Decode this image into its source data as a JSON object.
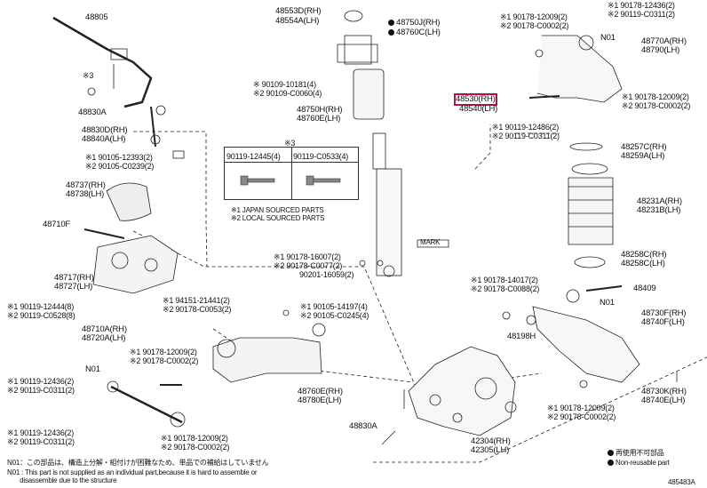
{
  "labels": {
    "l48805": "48805",
    "l48553": "48553D(RH)",
    "l48554": "48554A(LH)",
    "l48750j": "48750J(RH)",
    "l48760c": "48760C(LH)",
    "l3a": "※3",
    "l48830a_top": "48830A",
    "l90109a": "※ 90109-10181(4)",
    "l90109b": "※2 90109-C0060(4)",
    "l48750h": "48750H(RH)",
    "l48760e": "48760E(LH)",
    "l48830d": "48830D(RH)",
    "l48840a": "48840A(LH)",
    "l90105a": "※1 90105-12393(2)",
    "l90105b": "※2 90105-C0239(2)",
    "l48530": "48530(RH)",
    "l48540": "48540(LH)",
    "l90119a": "※1 90119-12486(2)",
    "l90119b": "※2 90119-C0311(2)",
    "l90178tr1": "※1 90178-12436(2)",
    "l90178tr2": "※2 90119-C0311(2)",
    "l90178t3": "※1 90178-12009(2)",
    "l90178t4": "※2 90178-C0002(2)",
    "lN01a": "N01",
    "l48770a": "48770A(RH)",
    "l48790": "48790(LH)",
    "l90178r1": "※1 90178-12009(2)",
    "l90178r2": "※2 90178-C0002(2)",
    "l48257c": "48257C(RH)",
    "l48259a": "48259A(LH)",
    "l48231a": "48231A(RH)",
    "l48231b": "48231B(LH)",
    "l48258c": "48258C(RH)",
    "l48258cl": "48258C(LH)",
    "l3b": "※3",
    "b90119a": "90119-12445(4)",
    "b90119b": "90119-C0533(4)",
    "note1": "※1 JAPAN SOURCED PARTS",
    "note2": "※2 LOCAL SOURCED PARTS",
    "l48737": "48737(RH)",
    "l48738": "48738(LH)",
    "l48710f": "48710F",
    "mark": "MARK",
    "l90178m1": "※1 90178-16007(2)",
    "l90178m2": "※2 90178-C0077(2)",
    "l90201": "90201-16059(2)",
    "l48717": "48717(RH)",
    "l48727": "48727(LH)",
    "l94151": "※1 94151-21441(2)",
    "l90178c": "※2 90178-C0053(2)",
    "l90105c": "※1 90105-14197(4)",
    "l90105d": "※2 90105-C0245(4)",
    "l90178e": "※1 90178-14017(2)",
    "l90178f": "※2 90178-C0088(2)",
    "l48409": "48409",
    "l90119c": "※1 90119-12444(8)",
    "l90119d": "※2 90119-C0528(8)",
    "l48198h": "48198H",
    "lN01b": "N01",
    "l48730f": "48730F(RH)",
    "l48740f": "48740F(LH)",
    "l48710a": "48710A(RH)",
    "l48720a": "48720A(LH)",
    "l90178g": "※1 90178-12009(2)",
    "l90178h": "※2 90178-C0002(2)",
    "lN01c": "N01",
    "l90119e": "※1 90119-12436(2)",
    "l90119f": "※2 90119-C0311(2)",
    "l48760ex": "48760E(RH)",
    "l48780e": "48780E(LH)",
    "l48730k": "48730K(RH)",
    "l48740e": "48740E(LH)",
    "l90178i": "※1 90178-12009(2)",
    "l90178j": "※2 90178-C0002(2)",
    "l48830a_bot": "48830A",
    "l42304": "42304(RH)",
    "l42305": "42305(LH)",
    "l90119g": "※1 90119-12436(2)",
    "l90119h": "※2 90119-C0311(2)",
    "l90178k": "※1 90178-12009(2)",
    "l90178l": "※2 90178-C0002(2)",
    "legend1": "再使用不可部品",
    "legend2": "Non-reusable part",
    "foot1": "N01：この部品は、構造上分解・組付けが困難なため、単品での補給はしていません",
    "foot2": "N01 : This part is not supplied as an individual part,because it is hard to assemble or",
    "foot3": "       disassemble due to the structure",
    "code": "485483A"
  }
}
